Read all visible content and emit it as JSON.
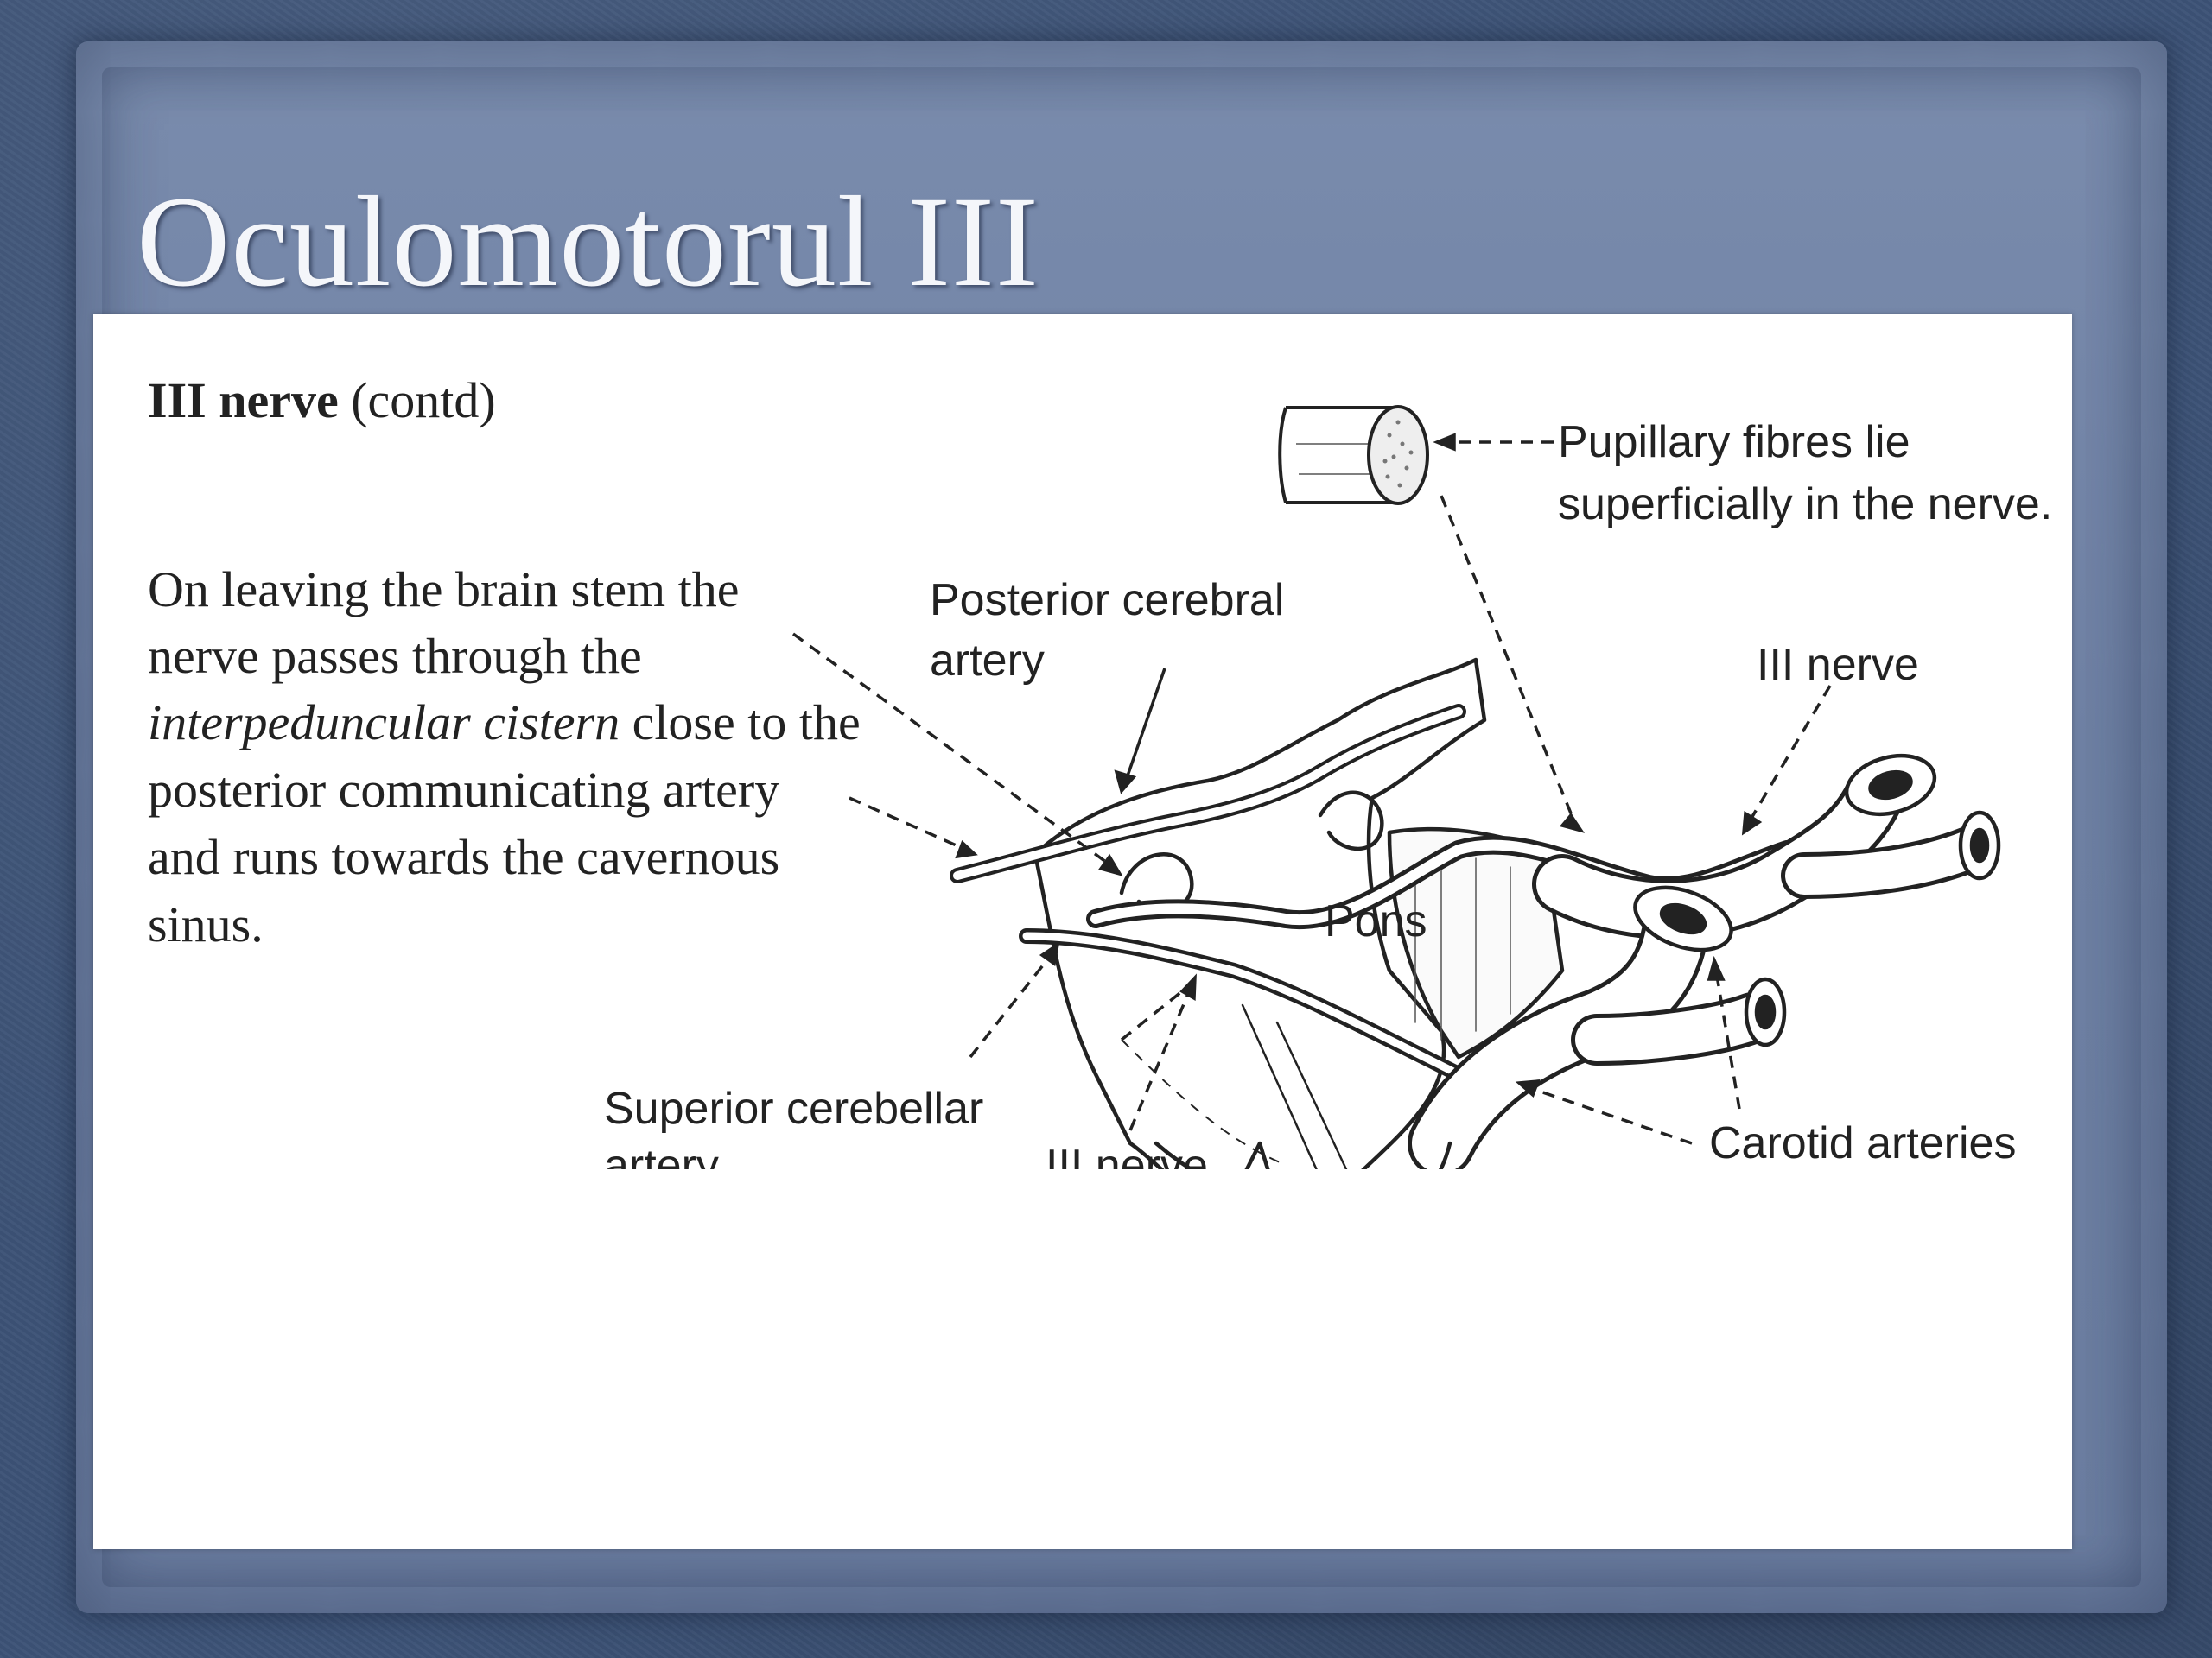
{
  "slide": {
    "title": "Oculomotorul III"
  },
  "figure": {
    "heading_bold": "III nerve",
    "heading_rest": " (contd)",
    "paragraph_lines": [
      {
        "text": "On leaving the brain stem the"
      },
      {
        "text": "nerve passes through the"
      },
      {
        "italic": "interpeduncular cistern",
        "text": " close to the"
      },
      {
        "text": "posterior communicating artery"
      },
      {
        "text": "and runs towards the cavernous"
      },
      {
        "text": "sinus."
      }
    ],
    "labels": {
      "pupillary_1": "Pupillary fibres lie",
      "pupillary_2": "superficially in the nerve.",
      "posterior_cerebral_1": "Posterior cerebral",
      "posterior_cerebral_2": "artery",
      "iii_nerve_top": "III nerve",
      "pons": "Pons",
      "superior_cerebellar_1": "Superior cerebellar",
      "superior_cerebellar_2": "artery",
      "iii_nerve_bottom": "III nerve",
      "carotid": "Carotid arteries"
    }
  }
}
